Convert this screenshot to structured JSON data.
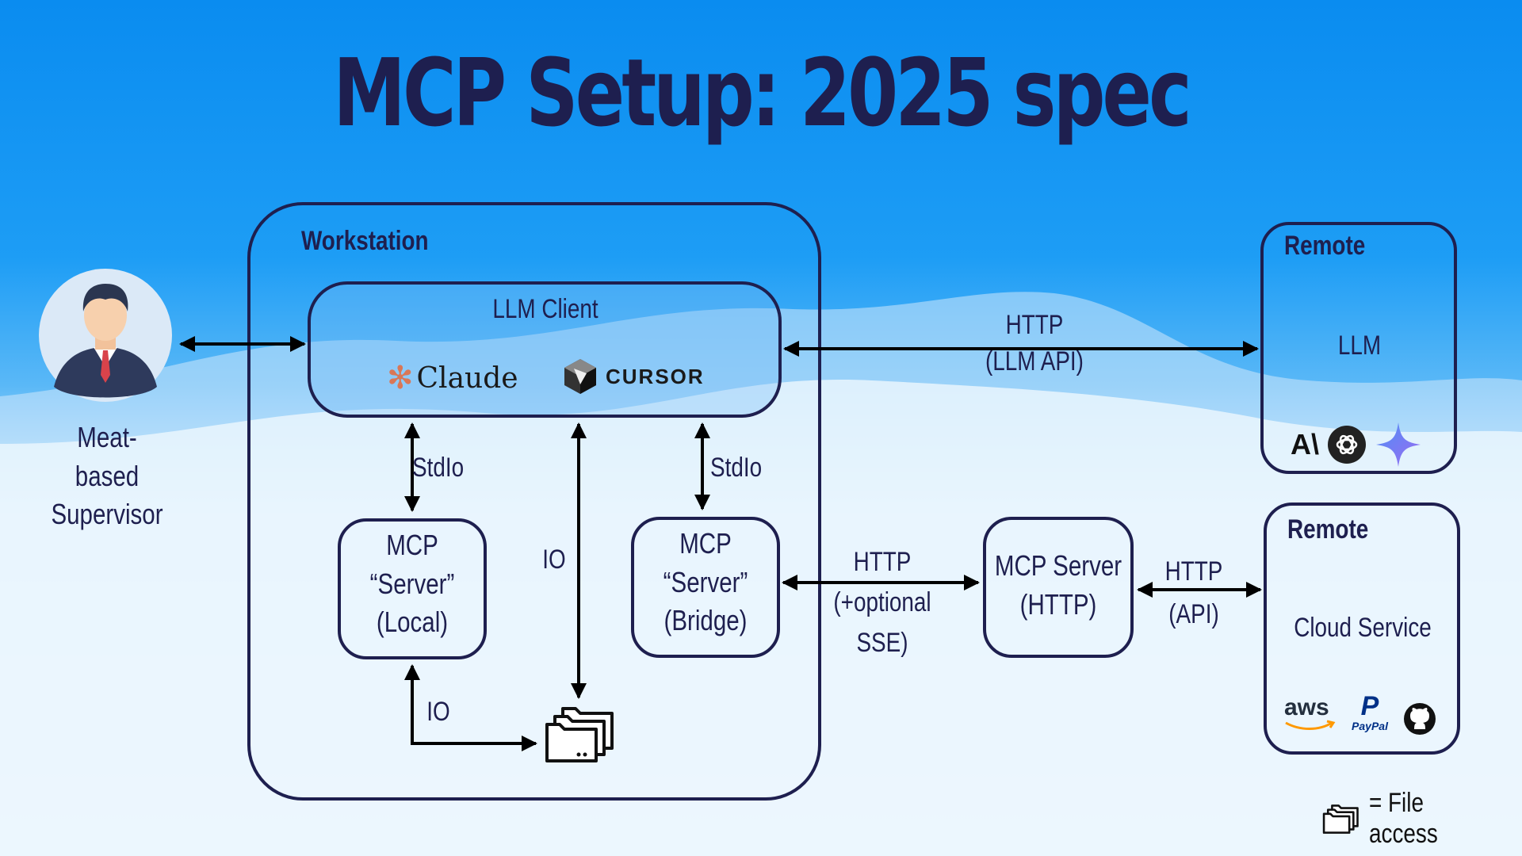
{
  "title": "MCP Setup: 2025 spec",
  "supervisor": {
    "line1": "Meat-based",
    "line2": "Supervisor"
  },
  "workstation": {
    "label": "Workstation"
  },
  "llm_client": {
    "label": "LLM Client",
    "claude": "Claude",
    "cursor": "CURSOR"
  },
  "mcp_local": {
    "line1": "MCP",
    "line2": "“Server”",
    "line3": "(Local)"
  },
  "mcp_bridge": {
    "line1": "MCP",
    "line2": "“Server”",
    "line3": "(Bridge)"
  },
  "mcp_http": {
    "line1": "MCP Server",
    "line2": "(HTTP)"
  },
  "remote_llm": {
    "heading": "Remote",
    "label": "LLM",
    "anthropic": "A\\"
  },
  "remote_cloud": {
    "heading": "Remote",
    "label": "Cloud Service",
    "aws": "aws",
    "paypal": "PayPal"
  },
  "edges": {
    "stdio_left": "StdIo",
    "stdio_right": "StdIo",
    "io_center": "IO",
    "io_bottom": "IO",
    "http_llm_1": "HTTP",
    "http_llm_2": "(LLM API)",
    "http_sse_1": "HTTP",
    "http_sse_2": "(+optional",
    "http_sse_3": "SSE)",
    "http_api_1": "HTTP",
    "http_api_2": "(API)"
  },
  "legend": {
    "text": "= File access"
  },
  "colors": {
    "ink": "#1e1f4f",
    "sky": "#1d9df5",
    "claude_orange": "#d97757"
  }
}
